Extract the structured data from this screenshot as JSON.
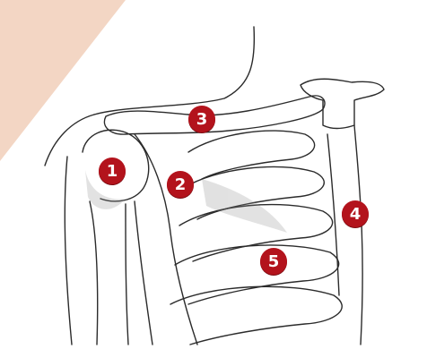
{
  "diagram": {
    "colors": {
      "corner_accent": "#f3d6c4",
      "line": "#2b2b2b",
      "shade": "#8c8c8c",
      "marker": "#b3131c"
    },
    "markers": [
      {
        "id": "1",
        "label": "1"
      },
      {
        "id": "2",
        "label": "2"
      },
      {
        "id": "3",
        "label": "3"
      },
      {
        "id": "4",
        "label": "4"
      },
      {
        "id": "5",
        "label": "5"
      }
    ]
  }
}
